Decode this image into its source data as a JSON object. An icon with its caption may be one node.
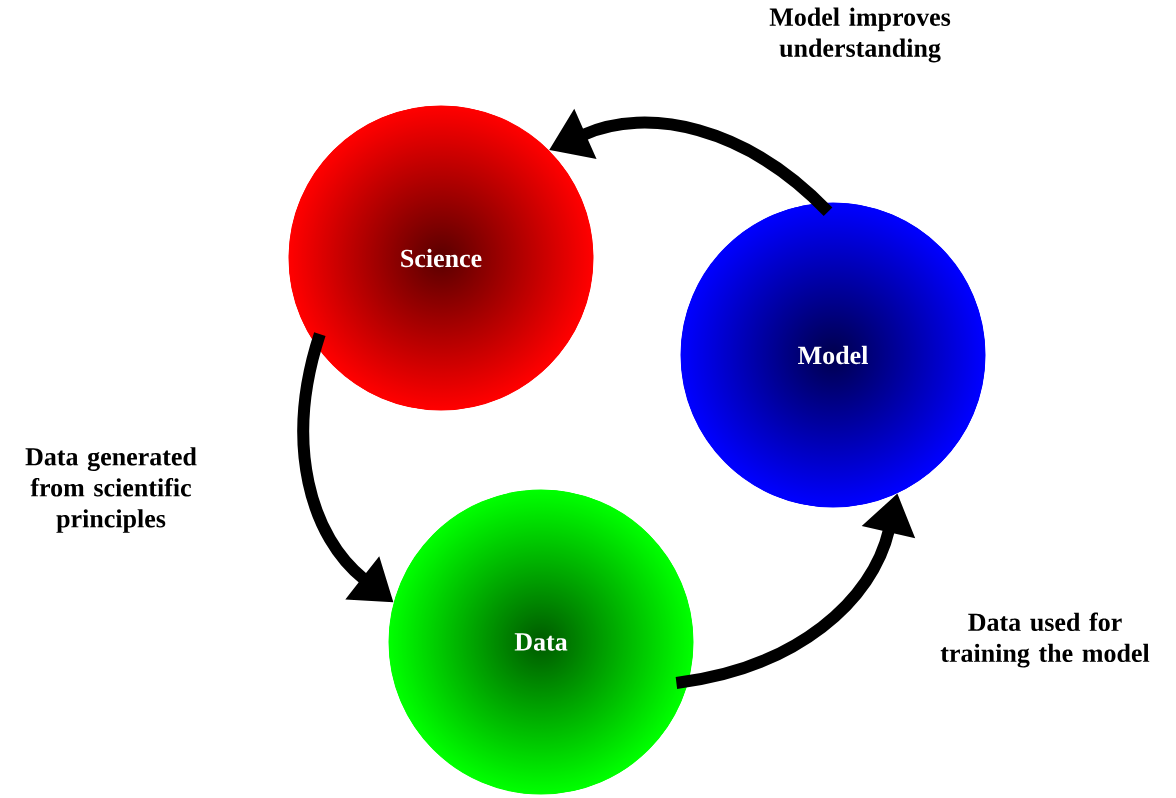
{
  "diagram": {
    "nodes": [
      {
        "text": [
          "Science"
        ]
      },
      {
        "text": [
          "Model"
        ]
      },
      {
        "text": [
          "Data"
        ]
      }
    ],
    "edges": [
      {
        "from": 0,
        "to": 2,
        "arrow": "to",
        "label": "Data generated from scientific principles"
      },
      {
        "from": 2,
        "to": 1,
        "arrow": "to",
        "label": "Data used for training the model"
      },
      {
        "from": 1,
        "to": 0,
        "arrow": "to",
        "label": "Model improves understanding"
      }
    ]
  }
}
